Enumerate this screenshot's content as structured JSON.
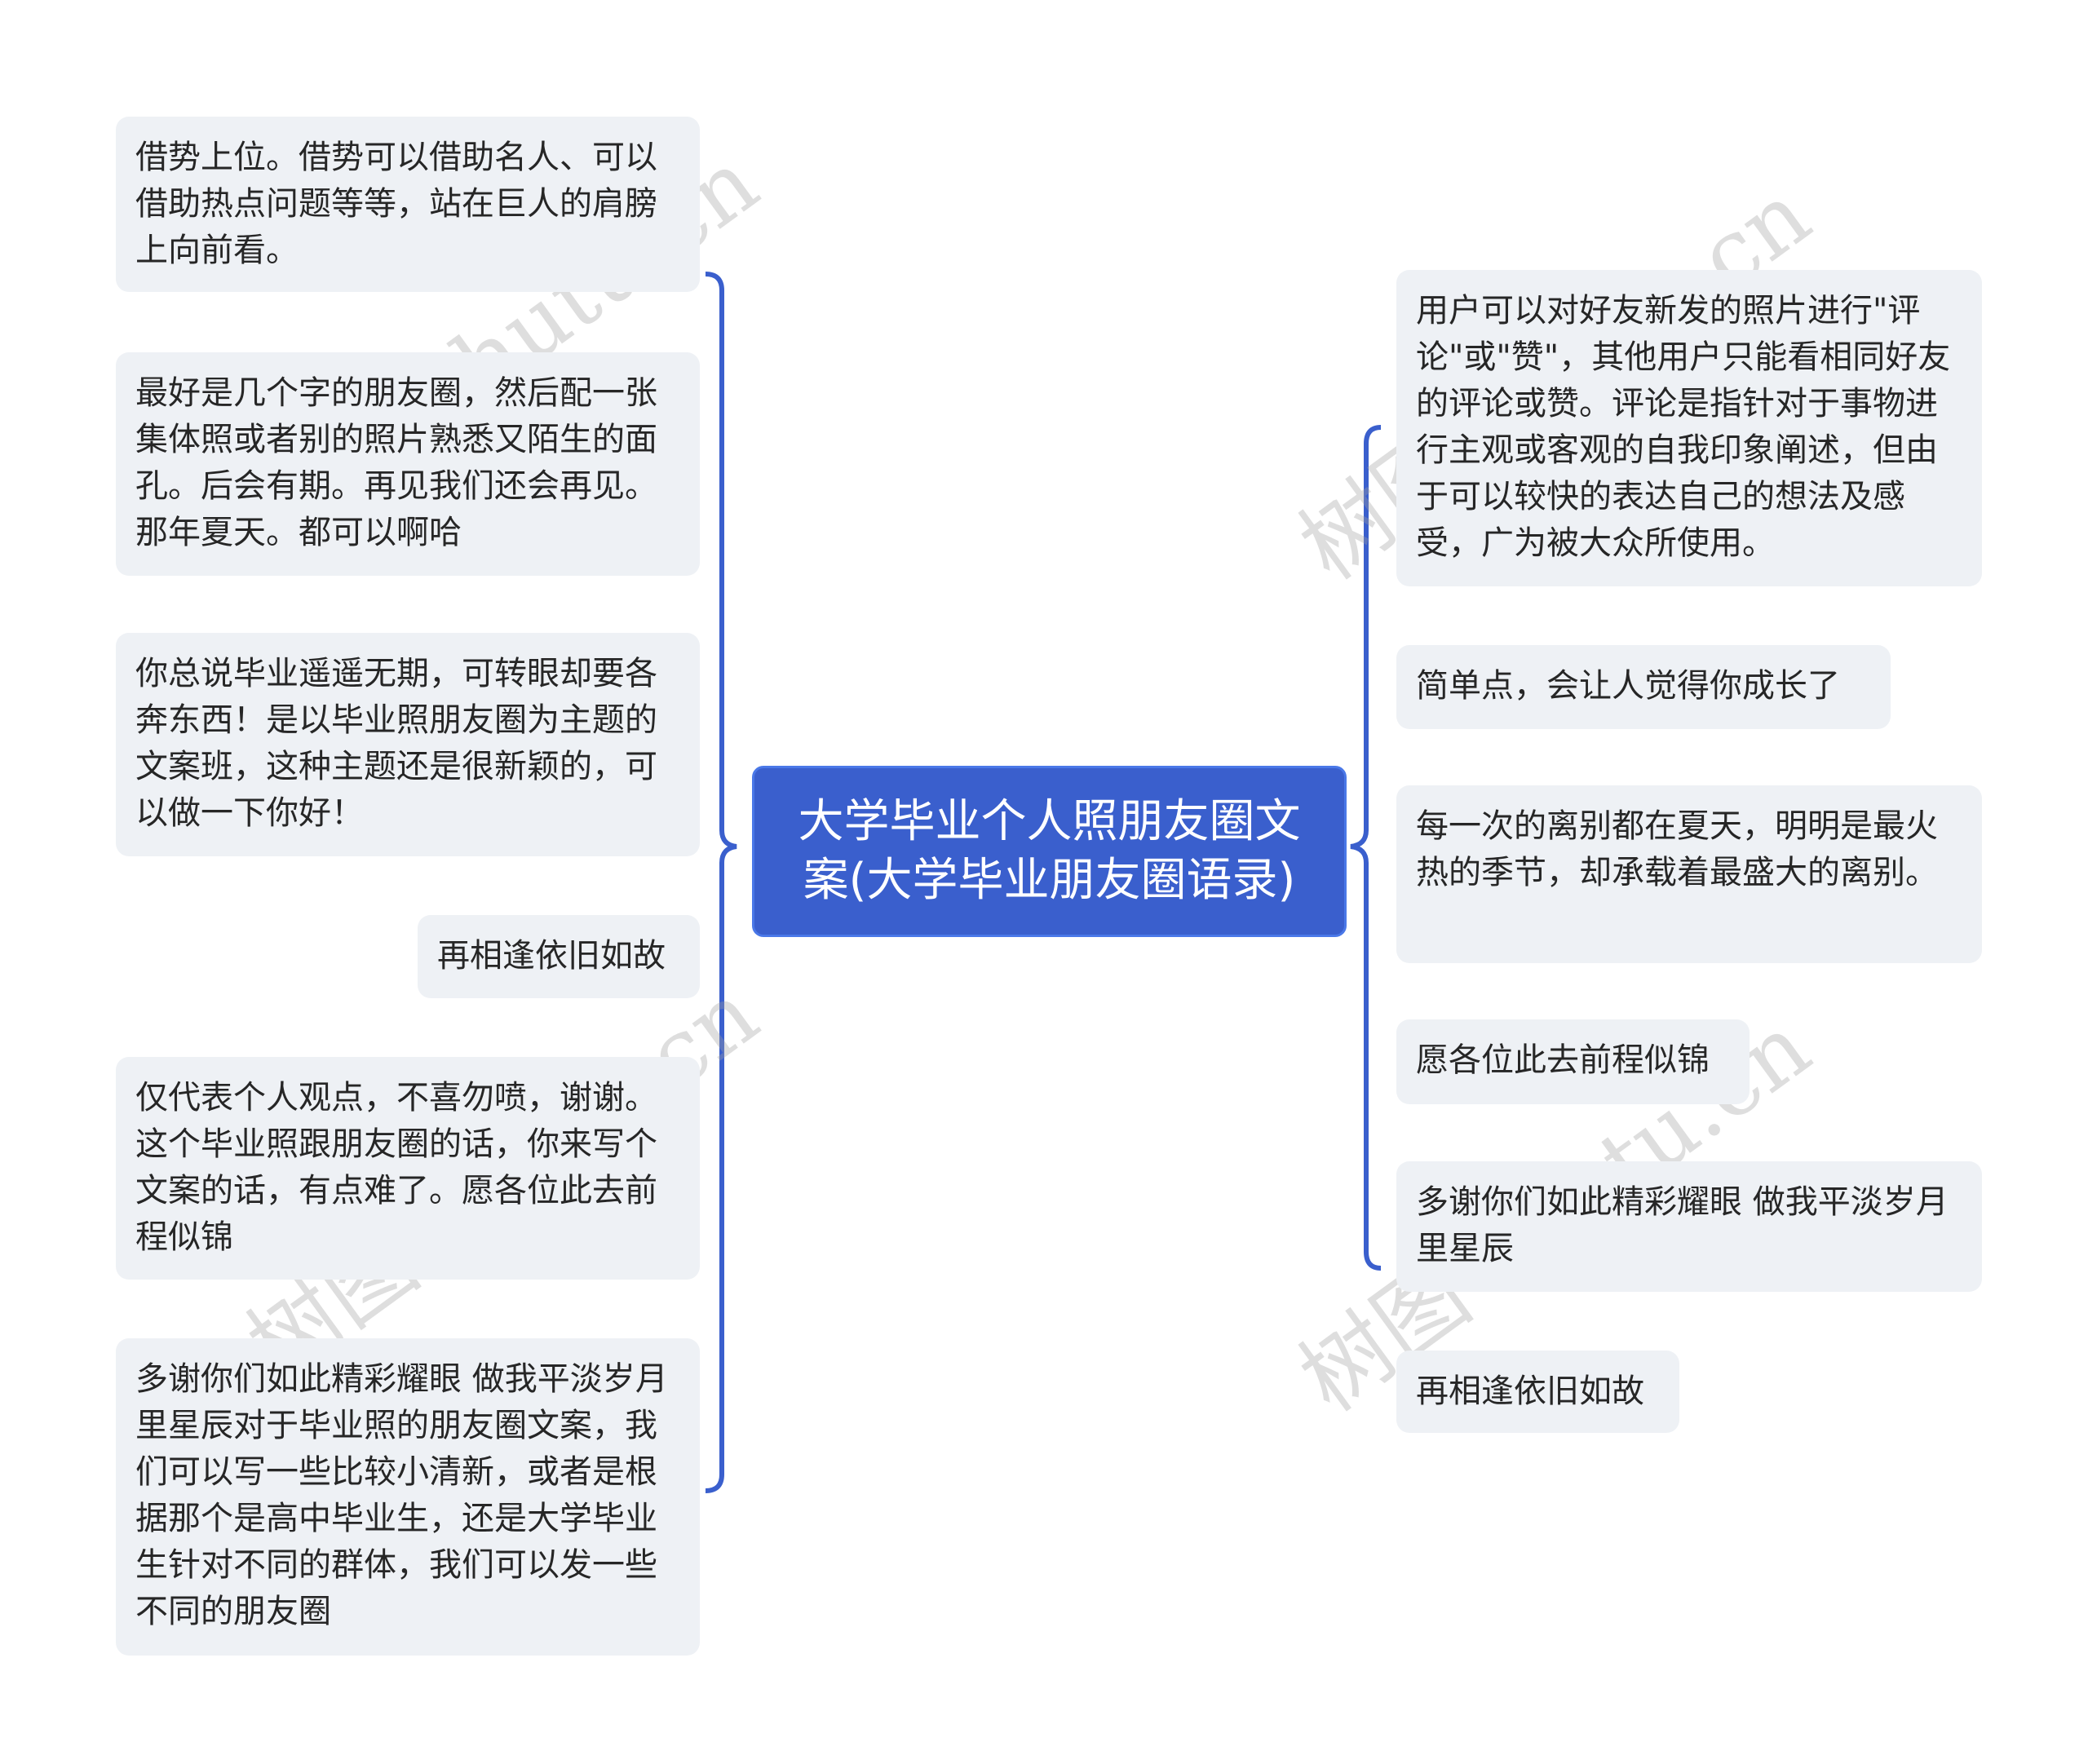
{
  "diagram": {
    "type": "mind-map",
    "accent_color": "#3a5fcd",
    "node_bg_color": "#eef1f5",
    "central_topic": "大学毕业个人照朋友圈文案(大学毕业朋友圈语录)",
    "left_branches": [
      "借势上位。借势可以借助名人、可以借助热点问题等等，站在巨人的肩膀上向前看。",
      "最好是几个字的朋友圈，然后配一张集体照或者别的照片熟悉又陌生的面孔。后会有期。再见我们还会再见。那年夏天。都可以啊哈",
      "你总说毕业遥遥无期，可转眼却要各奔东西！是以毕业照朋友圈为主题的文案班，这种主题还是很新颖的，可以做一下你好！",
      "再相逢依旧如故",
      "仅代表个人观点，不喜勿喷，谢谢。这个毕业照跟朋友圈的话，你来写个文案的话，有点难了。愿各位此去前程似锦",
      "多谢你们如此精彩耀眼 做我平淡岁月里星辰对于毕业照的朋友圈文案，我们可以写一些比较小清新，或者是根据那个是高中毕业生，还是大学毕业生针对不同的群体，我们可以发一些不同的朋友圈"
    ],
    "right_branches": [
      "用户可以对好友新发的照片进行\"评论\"或\"赞\"，其他用户只能看相同好友的评论或赞。评论是指针对于事物进行主观或客观的自我印象阐述，但由于可以较快的表达自己的想法及感受，广为被大众所使用。",
      "简单点，会让人觉得你成长了",
      "每一次的离别都在夏天，明明是最火热的季节，却承载着最盛大的离别。",
      "愿各位此去前程似锦",
      "多谢你们如此精彩耀眼 做我平淡岁月里星辰",
      "再相逢依旧如故"
    ]
  },
  "watermark": {
    "text": "树图 shutu.cn"
  }
}
